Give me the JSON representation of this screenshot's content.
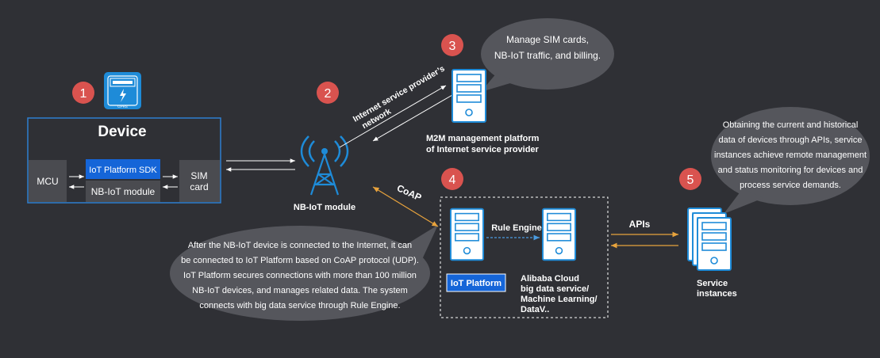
{
  "steps": [
    "1",
    "2",
    "3",
    "4",
    "5"
  ],
  "device": {
    "title": "Device",
    "mcu": "MCU",
    "sdk": "IoT Platform SDK",
    "module": "NB-IoT module",
    "sim_line1": "SIM",
    "sim_line2": "card",
    "sim_chip_text": "GPRS"
  },
  "tower_label": "NB-IoT  module",
  "isp_network": [
    "Internet service provider’s",
    "network"
  ],
  "sim_bubble": [
    "Manage SIM cards,",
    "NB-IoT traffic, and billing."
  ],
  "m2m_label": [
    "M2M management platform",
    "of Internet service provider"
  ],
  "coap_label": "CoAP",
  "rule_engine": "Rule Engine",
  "iot_platform": "IoT Platform",
  "alibaba_label": [
    "Alibaba Cloud",
    "big data service/",
    "Machine Learning/",
    "DataV.."
  ],
  "apis_label": "APIs",
  "service_label": [
    "Service",
    "instances"
  ],
  "iot_bubble": [
    "After the NB-IoT device is connected to the Internet,  it can",
    "be connected to IoT Platform based on CoAP protocol (UDP).",
    "IoT Platform secures connections with more than 100 million",
    "NB-IoT devices, and manages related data. The system",
    "connects with big data service through Rule Engine."
  ],
  "service_bubble": [
    "Obtaining the current and historical",
    "data of devices through APIs, service",
    "instances achieve remote management",
    "and status monitoring for devices and",
    "process service demands."
  ],
  "colors": {
    "background": "#2f3035",
    "step_circle": "#d9534f",
    "sdk_blue": "#1565d8",
    "device_border": "#2f7fd0",
    "server_blue": "#1e8bd8",
    "bubble": "#55565c",
    "coap_arrow": "#e8a33d"
  }
}
